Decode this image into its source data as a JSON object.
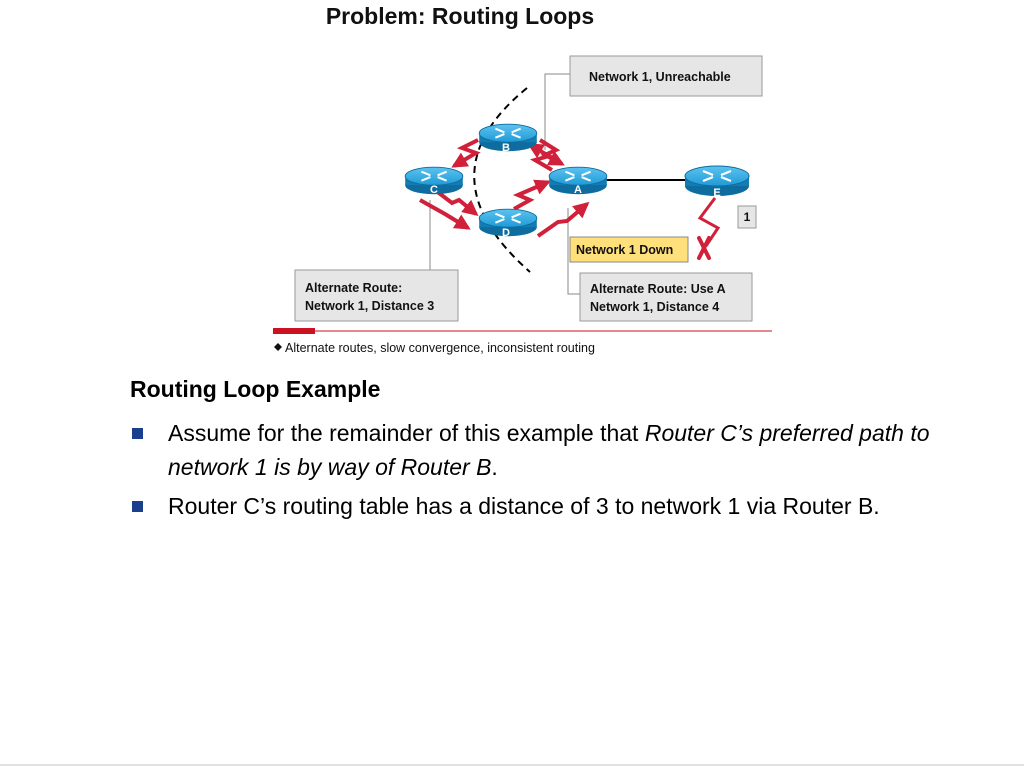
{
  "slide_title": "Problem: Routing Loops",
  "diagram": {
    "routers": [
      {
        "id": "B",
        "label": "B"
      },
      {
        "id": "C",
        "label": "C"
      },
      {
        "id": "A",
        "label": "A"
      },
      {
        "id": "D",
        "label": "D"
      },
      {
        "id": "E",
        "label": "E"
      }
    ],
    "callouts": {
      "network_unreachable": "Network 1, Unreachable",
      "network_down": "Network 1 Down",
      "network_id": "1",
      "alt_route_c": {
        "line1": "Alternate Route:",
        "line2": "Network 1, Distance 3"
      },
      "alt_route_d": {
        "line1": "Alternate Route: Use A",
        "line2": "Network 1, Distance 4"
      }
    },
    "caption": "Alternate routes, slow convergence, inconsistent routing",
    "colors": {
      "router": "#1f9ad6",
      "arrow": "#d0203a",
      "highlight": "#ffe07a",
      "accent": "#cc1122"
    }
  },
  "content": {
    "heading": "Routing Loop Example",
    "bullet1": {
      "text_before": "Assume for the remainder of this example that ",
      "text_italic": "Router C’s preferred path to network 1 is by way of Router B",
      "text_after": "."
    },
    "bullet2": {
      "text": "Router C’s routing table has a distance of 3 to network 1 via Router B."
    }
  }
}
